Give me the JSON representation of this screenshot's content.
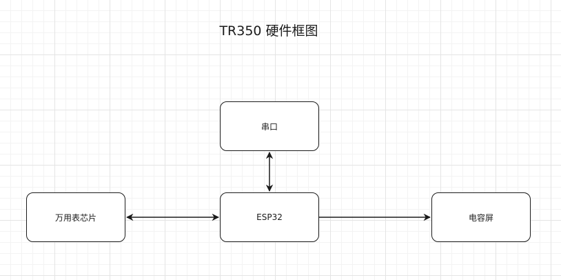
{
  "diagram": {
    "title": "TR350 硬件框图",
    "nodes": {
      "serial": "串口",
      "esp32": "ESP32",
      "meter_chip": "万用表芯片",
      "touch_screen": "电容屏"
    },
    "edges": [
      {
        "from": "serial",
        "to": "esp32",
        "direction": "both"
      },
      {
        "from": "meter_chip",
        "to": "esp32",
        "direction": "both"
      },
      {
        "from": "esp32",
        "to": "touch_screen",
        "direction": "forward"
      }
    ]
  }
}
